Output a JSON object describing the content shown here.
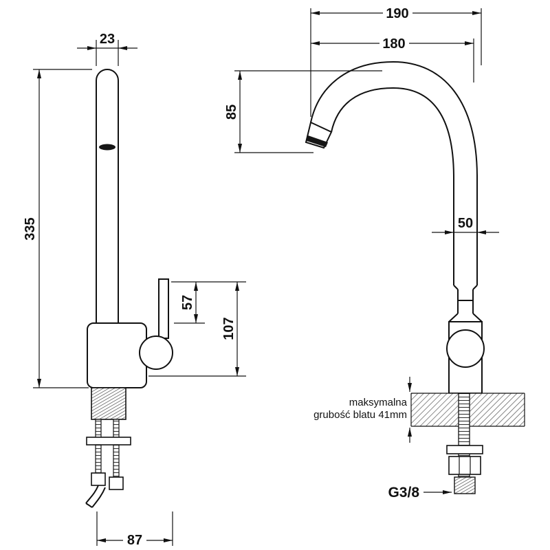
{
  "colors": {
    "line": "#111111",
    "background": "#ffffff"
  },
  "side_view": {
    "dimensions": {
      "spout_width": "23",
      "total_height": "335",
      "handle_height": "57",
      "body_height": "107",
      "base_width": "87"
    }
  },
  "front_view": {
    "dimensions": {
      "reach_outer": "190",
      "reach_inner": "180",
      "spout_drop": "85",
      "pipe_width": "50"
    },
    "countertop_note": {
      "line1": "maksymalna",
      "line2": "grubość blatu 41mm"
    },
    "thread_label": "G3/8"
  }
}
